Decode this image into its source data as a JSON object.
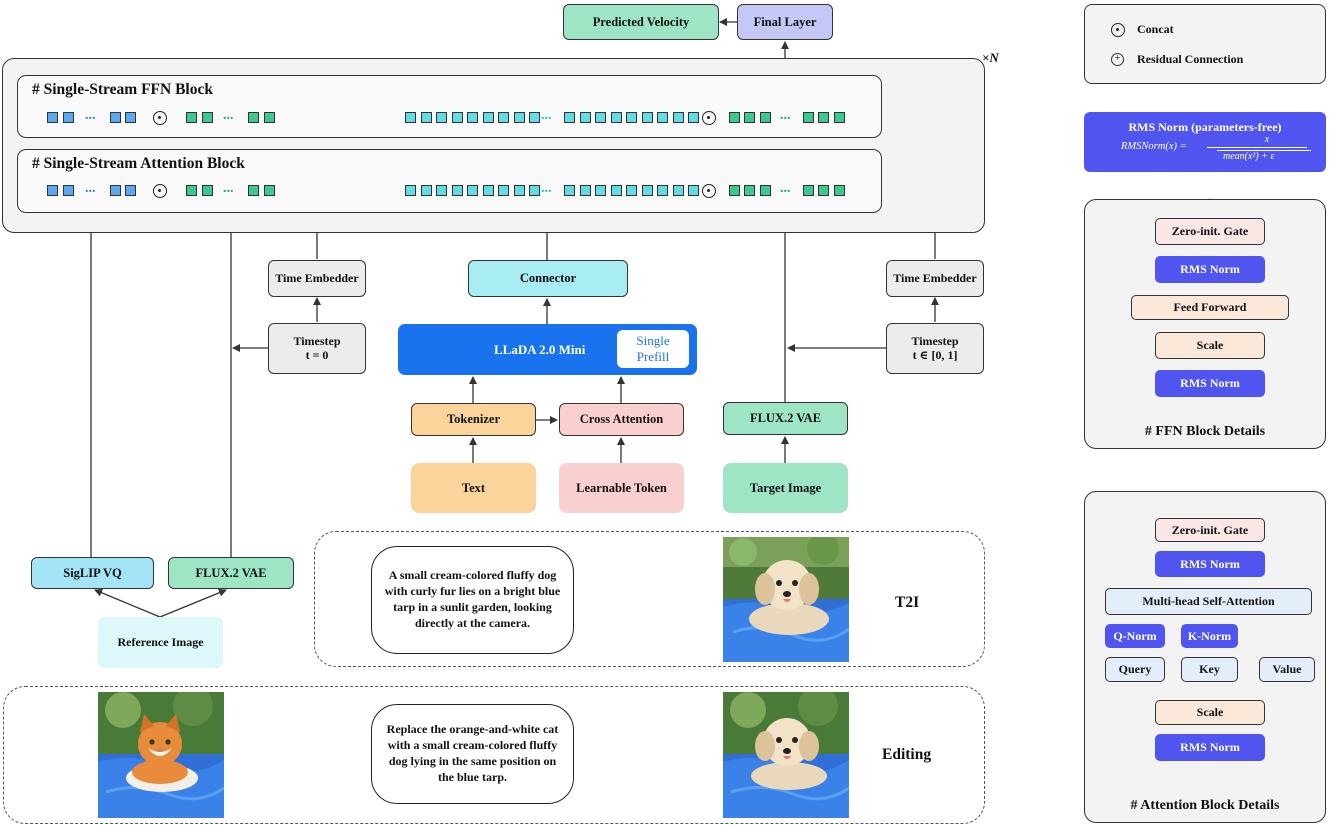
{
  "colors": {
    "blue_token": "#5aa8f0",
    "green_token": "#3fc790",
    "cyan_token": "#62dbe6",
    "llada": "#1a73ee",
    "rms_norm": "#4f55ee",
    "connector": "#a8ecf4",
    "flux_vae": "#9ee5c5",
    "tokenizer": "#fbd49b",
    "cross_attention": "#f9cfcf"
  },
  "top": {
    "predicted_velocity": "Predicted Velocity",
    "final_layer": "Final Layer",
    "repeat_label": "×N"
  },
  "blocks": {
    "ffn_title": "# Single-Stream FFN Block",
    "attn_title": "# Single-Stream Attention Block",
    "ellipsis": "..."
  },
  "left_branch": {
    "time_embedder": "Time Embedder",
    "timestep_line1": "Timestep",
    "timestep_line2": "t = 0",
    "siglip": "SigLIP VQ",
    "flux_vae": "FLUX.2 VAE",
    "reference_image": "Reference Image"
  },
  "center_branch": {
    "connector": "Connector",
    "llada": "LLaDA 2.0 Mini",
    "single_prefill_line1": "Single",
    "single_prefill_line2": "Prefill",
    "tokenizer": "Tokenizer",
    "cross_attention": "Cross Attention",
    "text": "Text",
    "learnable_token": "Learnable Token"
  },
  "right_branch": {
    "flux_vae": "FLUX.2 VAE",
    "target_image": "Target Image",
    "time_embedder": "Time Embedder",
    "timestep_line1": "Timestep",
    "timestep_line2": "t ∈ [0, 1]"
  },
  "examples": {
    "t2i_prompt": "A small cream-colored fluffy dog with curly fur lies on a bright blue tarp in a sunlit garden, looking directly at the camera.",
    "t2i_label": "T2I",
    "edit_prompt": "Replace the orange-and-white cat with a small cream-colored fluffy dog lying in the same position on the blue tarp.",
    "edit_label": "Editing"
  },
  "legend": {
    "concat": "Concat",
    "residual": "Residual Connection"
  },
  "rms_card": {
    "title": "RMS Norm (parameters-free)",
    "formula_lhs": "RMSNorm(x) =",
    "numerator": "x",
    "denominator": "mean(x²) + ε"
  },
  "ffn_details": {
    "zero_gate": "Zero-init. Gate",
    "rms_norm_top": "RMS Norm",
    "feed_forward": "Feed Forward",
    "scale": "Scale",
    "rms_norm_bottom": "RMS Norm",
    "title": "# FFN Block Details"
  },
  "attn_details": {
    "zero_gate": "Zero-init. Gate",
    "rms_norm_top": "RMS Norm",
    "mhsa": "Multi-head Self-Attention",
    "q_norm": "Q-Norm",
    "k_norm": "K-Norm",
    "query": "Query",
    "key": "Key",
    "value": "Value",
    "scale": "Scale",
    "rms_norm_bottom": "RMS Norm",
    "title": "# Attention Block Details"
  }
}
